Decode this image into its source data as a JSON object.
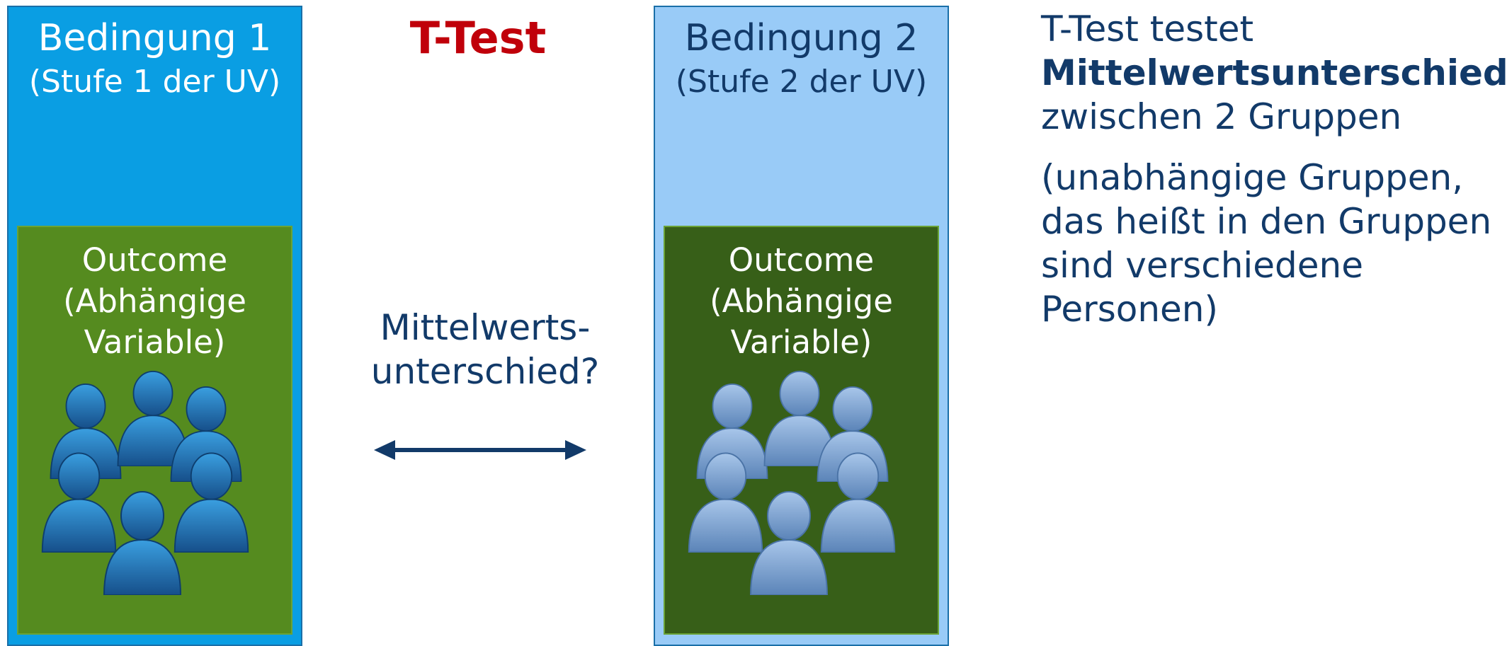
{
  "ttest": {
    "title": "T-Test"
  },
  "condition1": {
    "title": "Bedingung 1",
    "subtitle": "(Stufe 1 der UV)",
    "outcome_label": "Outcome\n(Abhängige\nVariable)",
    "box_color": "#0a9ee3",
    "outcome_color": "#558b1f",
    "people_color": "#1f6fb2"
  },
  "condition2": {
    "title": "Bedingung 2",
    "subtitle": "(Stufe 2 der UV)",
    "outcome_label": "Outcome\n(Abhängige\nVariable)",
    "box_color": "#99cbf7",
    "outcome_color": "#375f18",
    "people_color": "#7fa6d4"
  },
  "middle": {
    "label": "Mittelwerts-\nunterschied?"
  },
  "description": {
    "line1": "T-Test testet",
    "line2_bold": "Mittelwertsunterschiede",
    "line3": "zwischen 2 Gruppen",
    "note": "(unabhängige Gruppen,\ndas heißt in den Gruppen\nsind verschiedene\nPersonen)"
  },
  "icons": [
    "people-group-icon",
    "double-arrow-icon"
  ]
}
